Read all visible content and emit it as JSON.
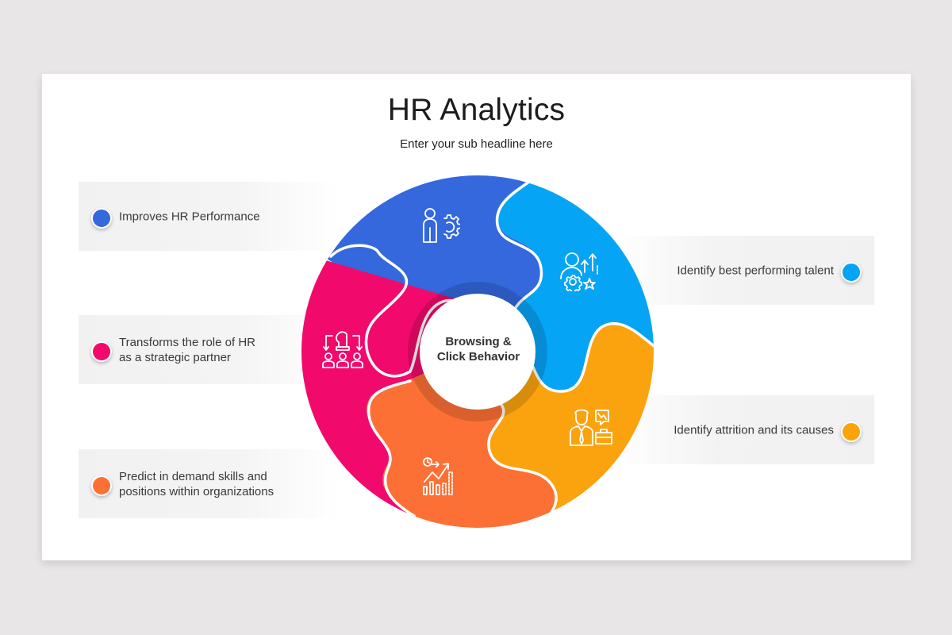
{
  "slide": {
    "title": "HR Analytics",
    "subtitle": "Enter your sub headline here"
  },
  "center": {
    "line1": "Browsing &",
    "line2": "Click Behavior"
  },
  "colors": {
    "blue": "#3468dc",
    "sky": "#06a4f5",
    "amber": "#fba30f",
    "orange": "#fd7035",
    "pink": "#f10a6b",
    "background": "#e8e6e7",
    "band": "#f2f2f2"
  },
  "items": [
    {
      "id": "hr-performance",
      "text": "Improves HR Performance",
      "color": "#3468dc",
      "side": "left",
      "icon": "person-gear-icon"
    },
    {
      "id": "strategic-partner",
      "text": "Transforms the role of HR as a strategic partner",
      "line1": "Transforms the role of HR",
      "line2": "as a strategic partner",
      "color": "#f10a6b",
      "side": "left",
      "icon": "chess-knight-team-icon"
    },
    {
      "id": "demand-skills",
      "text": "Predict in demand skills and positions within organizations",
      "line1": "Predict in demand skills and",
      "line2": "positions within organizations",
      "color": "#fd7035",
      "side": "left",
      "icon": "growth-chart-icon"
    },
    {
      "id": "best-talent",
      "text": "Identify best performing talent",
      "color": "#06a4f5",
      "side": "right",
      "icon": "talent-growth-icon"
    },
    {
      "id": "attrition",
      "text": "Identify attrition and its causes",
      "color": "#fba30f",
      "side": "right",
      "icon": "employee-decline-icon"
    }
  ]
}
